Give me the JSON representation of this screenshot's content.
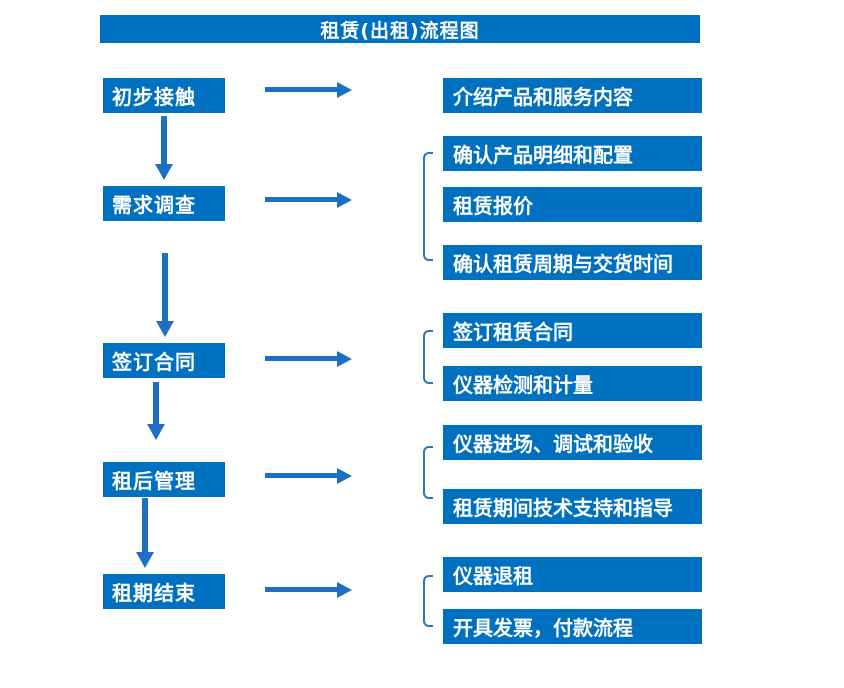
{
  "title": "租赁(出租)流程图",
  "colors": {
    "box_fill": "#0070C0",
    "arrow": "#1E6FC4",
    "bracket": "#2E75B6",
    "text": "#FFFFFF",
    "background": "#FFFFFF"
  },
  "steps": [
    {
      "label": "初步接触",
      "details": [
        "介绍产品和服务内容"
      ]
    },
    {
      "label": "需求调查",
      "details": [
        "确认产品明细和配置",
        "租赁报价",
        "确认租赁周期与交货时间"
      ]
    },
    {
      "label": "签订合同",
      "details": [
        "签订租赁合同",
        "仪器检测和计量"
      ]
    },
    {
      "label": "租后管理",
      "details": [
        "仪器进场、调试和验收",
        "租赁期间技术支持和指导"
      ]
    },
    {
      "label": "租期结束",
      "details": [
        "仪器退租",
        "开具发票，付款流程"
      ]
    }
  ]
}
